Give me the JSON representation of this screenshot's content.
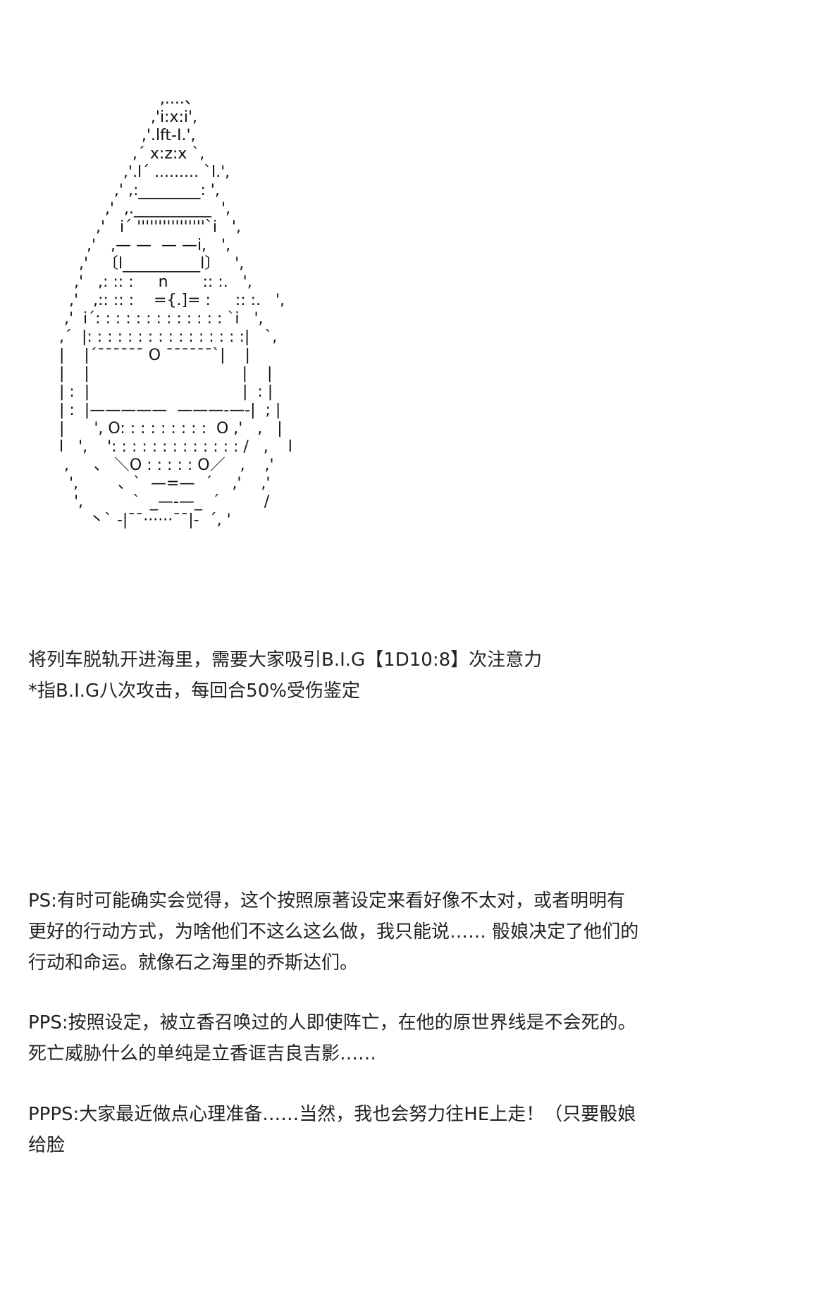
{
  "ascii_art": {
    "lines": [
      "               ,....、",
      "              ,'i:x:i',",
      "             ,'.lft-I.',",
      "            ,´ x:z:x `,",
      "           ,'.l´ ......... `l.',",
      "          ,' ,:________: ',",
      "         ,'  ,.__________  ',",
      "        ,'   i´ ''''''''''''''''`i   ',",
      "       ,'   ,— —  — —i,   ',",
      "      ,'   〔l__________l〕   ',",
      "     ,'   ,: :: :     n       :: :.   ',",
      "    ,'   ,:: :: :    ={.]= :     :: :.   ',",
      "   ,'  i´: : : : : : : : : : : : : `i   ',",
      "  ,´  |: : : : : : : : : : : : : : : :|   `,",
      "  |    |´¯¯¯¯¯¯ O ¯¯¯¯¯¯`|    |",
      "  |    |                               |    |",
      "  | :  |                               |  : |",
      "  | :  |—————  ———-—-|  ; |",
      "  |      ', O: : : : : : : : :  O ,'   ,   |",
      "  l   ',    ': : : : : : : : : : : : : /   ,    l",
      "   ,     、 ＼O : : : : : O／   ,    ,'",
      "    ',        、`  —=—  ´    ,'    ,'",
      "     ',          `  _—-—_  ´         /",
      "        丶` -|¯¯······¯¯|-  ´, '"
    ]
  },
  "caption": {
    "line1": "将列车脱轨开进海里，需要大家吸引B.I.G【1D10:8】次注意力",
    "line2": "*指B.I.G八次攻击，每回合50%受伤鉴定"
  },
  "notes": {
    "ps": {
      "line1": "PS:有时可能确实会觉得，这个按照原著设定来看好像不太对，或者明明有",
      "line2": "更好的行动方式，为啥他们不这么这么做，我只能说…… 骰娘决定了他们的",
      "line3": "行动和命运。就像石之海里的乔斯达们。"
    },
    "pps": {
      "line1": "PPS:按照设定，被立香召唤过的人即使阵亡，在他的原世界线是不会死的。",
      "line2": "死亡威胁什么的单纯是立香诓吉良吉影……"
    },
    "ppps": {
      "line1": "PPPS:大家最近做点心理准备……当然，我也会努力往HE上走！（只要骰娘",
      "line2": "给脸"
    }
  }
}
